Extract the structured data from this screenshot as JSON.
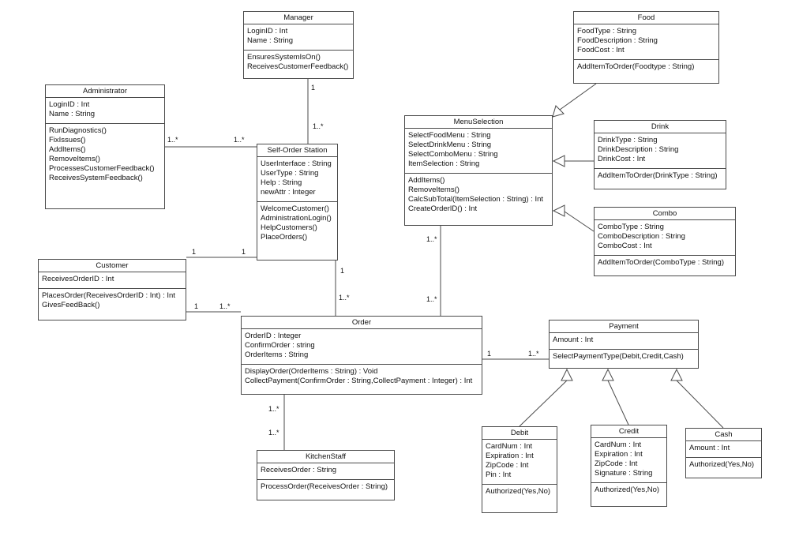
{
  "classes": {
    "manager": {
      "name": "Manager",
      "attributes": [
        "LoginID : Int",
        "Name : String"
      ],
      "methods": [
        "EnsuresSystemIsOn()",
        "ReceivesCustomerFeedback()"
      ]
    },
    "food": {
      "name": "Food",
      "attributes": [
        "FoodType : String",
        "FoodDescription : String",
        "FoodCost : Int"
      ],
      "methods": [
        "AddItemToOrder(Foodtype : String)"
      ]
    },
    "administrator": {
      "name": "Administrator",
      "attributes": [
        "LoginID : Int",
        "Name : String"
      ],
      "methods": [
        "RunDiagnostics()",
        "FixIssues()",
        "AddItems()",
        "RemoveItems()",
        "ProcessesCustomerFeedback()",
        "ReceivesSystemFeedback()"
      ]
    },
    "menu_selection": {
      "name": "MenuSelection",
      "attributes": [
        "SelectFoodMenu : String",
        "SelectDrinkMenu : String",
        "SelectComboMenu : String",
        "ItemSelection : String"
      ],
      "methods": [
        "AddItems()",
        "RemoveItems()",
        "CalcSubTotal(ItemSelection : String) : Int",
        "CreateOrderID() : Int"
      ]
    },
    "drink": {
      "name": "Drink",
      "attributes": [
        "DrinkType : String",
        "DrinkDescription : String",
        "DrinkCost : Int"
      ],
      "methods": [
        "AddItemToOrder(DrinkType : String)"
      ]
    },
    "self_order_station": {
      "name": "Self-Order Station",
      "attributes": [
        "UserInterface : String",
        "UserType : String",
        "Help : String",
        "newAttr : Integer"
      ],
      "methods": [
        "WelcomeCustomer()",
        "AdministrationLogin()",
        "HelpCustomers()",
        "PlaceOrders()"
      ]
    },
    "combo": {
      "name": "Combo",
      "attributes": [
        "ComboType : String",
        "ComboDescription : String",
        "ComboCost : Int"
      ],
      "methods": [
        "AddItemToOrder(ComboType : String)"
      ]
    },
    "customer": {
      "name": "Customer",
      "attributes": [
        "ReceivesOrderID : Int"
      ],
      "methods": [
        "PlacesOrder(ReceivesOrderID : Int) : Int",
        "GivesFeedBack()"
      ]
    },
    "order": {
      "name": "Order",
      "attributes": [
        "OrderID : Integer",
        "ConfirmOrder : string",
        "OrderItems : String"
      ],
      "methods": [
        "DisplayOrder(OrderItems : String) : Void",
        "CollectPayment(ConfirmOrder : String,CollectPayment : Integer) : Int"
      ]
    },
    "payment": {
      "name": "Payment",
      "attributes": [
        "Amount : Int"
      ],
      "methods": [
        "SelectPaymentType(Debit,Credit,Cash)"
      ]
    },
    "kitchen_staff": {
      "name": "KitchenStaff",
      "attributes": [
        "ReceivesOrder : String"
      ],
      "methods": [
        "ProcessOrder(ReceivesOrder : String)"
      ]
    },
    "debit": {
      "name": "Debit",
      "attributes": [
        "CardNum : Int",
        "Expiration : Int",
        "ZipCode : Int",
        "Pin : Int"
      ],
      "methods": [
        "Authorized(Yes,No)"
      ]
    },
    "credit": {
      "name": "Credit",
      "attributes": [
        "CardNum : Int",
        "Expiration : Int",
        "ZipCode : Int",
        "Signature : String"
      ],
      "methods": [
        "Authorized(Yes,No)"
      ]
    },
    "cash": {
      "name": "Cash",
      "attributes": [
        "Amount : Int"
      ],
      "methods": [
        "Authorized(Yes,No)"
      ]
    }
  },
  "multiplicities": {
    "manager_station_manager_end": "1",
    "manager_station_station_end": "1..*",
    "admin_station_admin_end": "1..*",
    "admin_station_station_end": "1..*",
    "customer_station_customer_end": "1",
    "customer_station_station_end": "1",
    "station_order_station_end": "1",
    "station_order_order_end": "1..*",
    "customer_order_customer_end": "1",
    "customer_order_order_end": "1..*",
    "menu_order_menu_end": "1..*",
    "menu_order_order_end": "1..*",
    "order_payment_order_end": "1",
    "order_payment_payment_end": "1..*",
    "order_kitchen_order_end": "1..*",
    "order_kitchen_kitchen_end": "1..*"
  },
  "colors": {
    "line": "#4a4a4a",
    "background": "#ffffff",
    "text": "#111111"
  }
}
